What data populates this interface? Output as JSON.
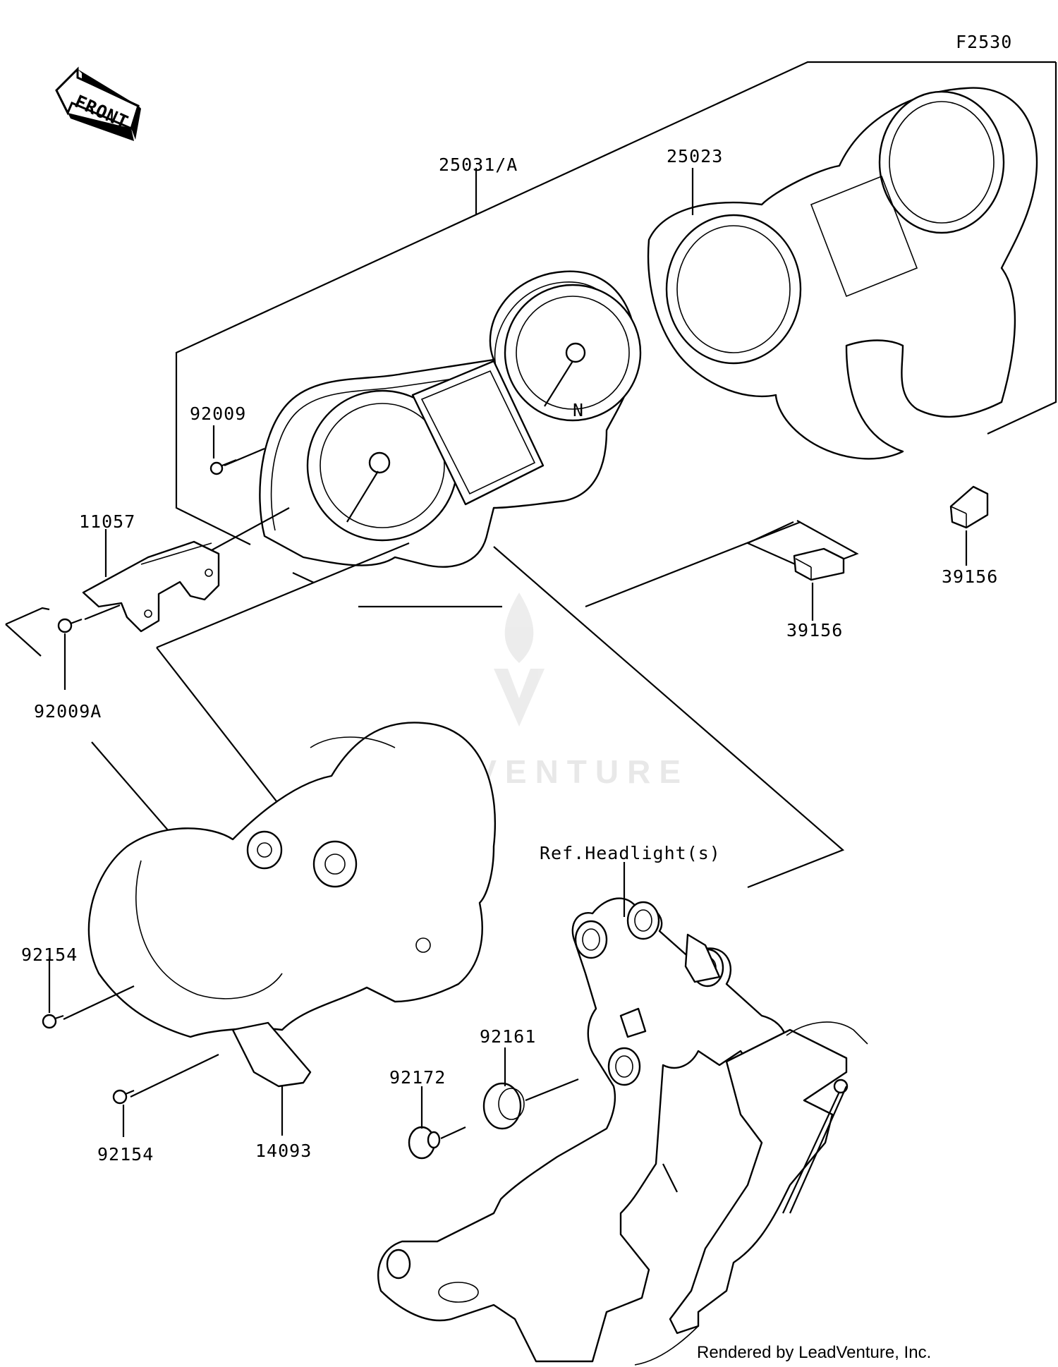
{
  "figure_code": "F2530",
  "front_label": "FRONT",
  "watermark": "LEADVENTURE",
  "credit": "Rendered by LeadVenture, Inc.",
  "reference": "Ref.Headlight(s)",
  "parts": [
    {
      "id": "25031/A"
    },
    {
      "id": "25023"
    },
    {
      "id": "92009"
    },
    {
      "id": "11057"
    },
    {
      "id": "92009A"
    },
    {
      "id": "39156"
    },
    {
      "id": "39156"
    },
    {
      "id": "92154"
    },
    {
      "id": "92154"
    },
    {
      "id": "14093"
    },
    {
      "id": "92161"
    },
    {
      "id": "92172"
    }
  ]
}
